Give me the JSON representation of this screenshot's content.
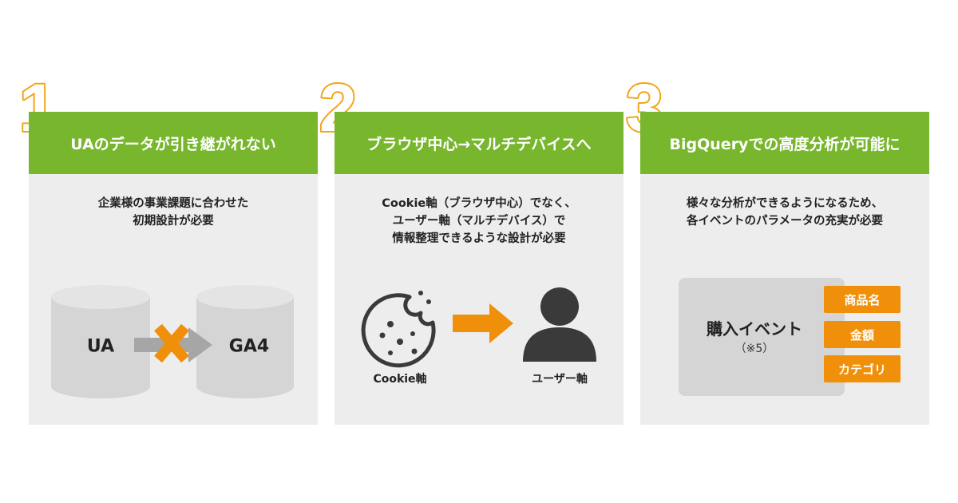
{
  "steps": [
    {
      "number": "1",
      "title": "UAのデータが引き継がれない",
      "description": [
        "企業様の事業課題に合わせた",
        "初期設計が必要"
      ],
      "visual": {
        "from_label": "UA",
        "to_label": "GA4",
        "icons": [
          "database-icon",
          "blocked-arrow-icon",
          "database-icon"
        ]
      }
    },
    {
      "number": "2",
      "title": "ブラウザ中心→マルチデバイスへ",
      "description": [
        "Cookie軸（ブラウザ中心）でなく、",
        "ユーザー軸（マルチデバイス）で",
        "情報整理できるような設計が必要"
      ],
      "visual": {
        "from_label": "Cookie軸",
        "to_label": "ユーザー軸",
        "icons": [
          "cookie-icon",
          "arrow-right-icon",
          "user-icon"
        ]
      }
    },
    {
      "number": "3",
      "title": "BigQueryでの高度分析が可能に",
      "description": [
        "様々な分析ができるようになるため、",
        "各イベントのパラメータの充実が必要"
      ],
      "visual": {
        "event_label": "購入イベント",
        "event_note": "（※5）",
        "params": [
          "商品名",
          "金額",
          "カテゴリ"
        ]
      }
    }
  ],
  "colors": {
    "header_green": "#78b62e",
    "number_orange": "#f2a516",
    "accent_orange": "#f0900a",
    "panel_gray": "#ededed",
    "graphic_gray": "#d5d5d5",
    "icon_dark": "#3a3a3a"
  }
}
